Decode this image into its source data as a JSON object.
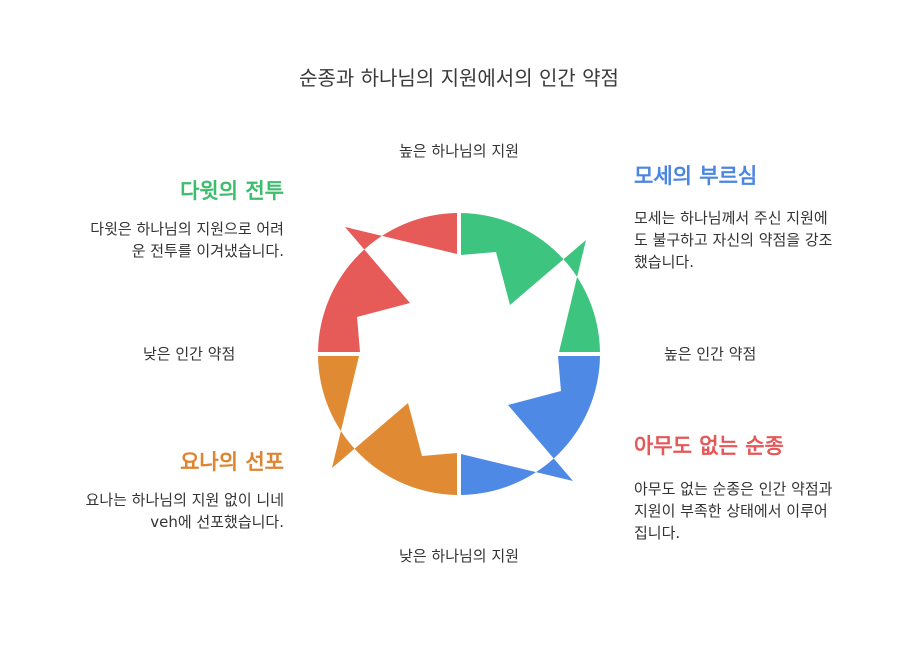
{
  "title": "순종과 하나님의 지원에서의 인간 약점",
  "axes": {
    "top": "높은 하나님의 지원",
    "bottom": "낮은 하나님의 지원",
    "left": "낮은 인간 약점",
    "right": "높은 인간 약점"
  },
  "quadrants": {
    "top_left": {
      "heading": "다윗의 전투",
      "color": "#3DBE6D",
      "description": [
        "다윗은 하나님의 지원으로 어려",
        "운 전투를 이겨냈습니다."
      ]
    },
    "top_right": {
      "heading": "모세의 부르심",
      "color": "#4C86E3",
      "description": [
        "모세는 하나님께서 주신 지원에",
        "도 불구하고 자신의 약점을 강조",
        "했습니다."
      ]
    },
    "bottom_left": {
      "heading": "요나의 선포",
      "color": "#DF8532",
      "description": [
        "요나는 하나님의 지원 없이 니네",
        "veh에 선포했습니다."
      ]
    },
    "bottom_right": {
      "heading": "아무도 없는 순종",
      "color": "#E55858",
      "description": [
        "아무도 없는 순종은 인간 약점과",
        "지원이 부족한 상태에서 이루어",
        "집니다."
      ]
    }
  },
  "segments": {
    "green": "#3DC57F",
    "blue": "#4E89E6",
    "orange": "#E08A34",
    "red": "#E65A58"
  }
}
